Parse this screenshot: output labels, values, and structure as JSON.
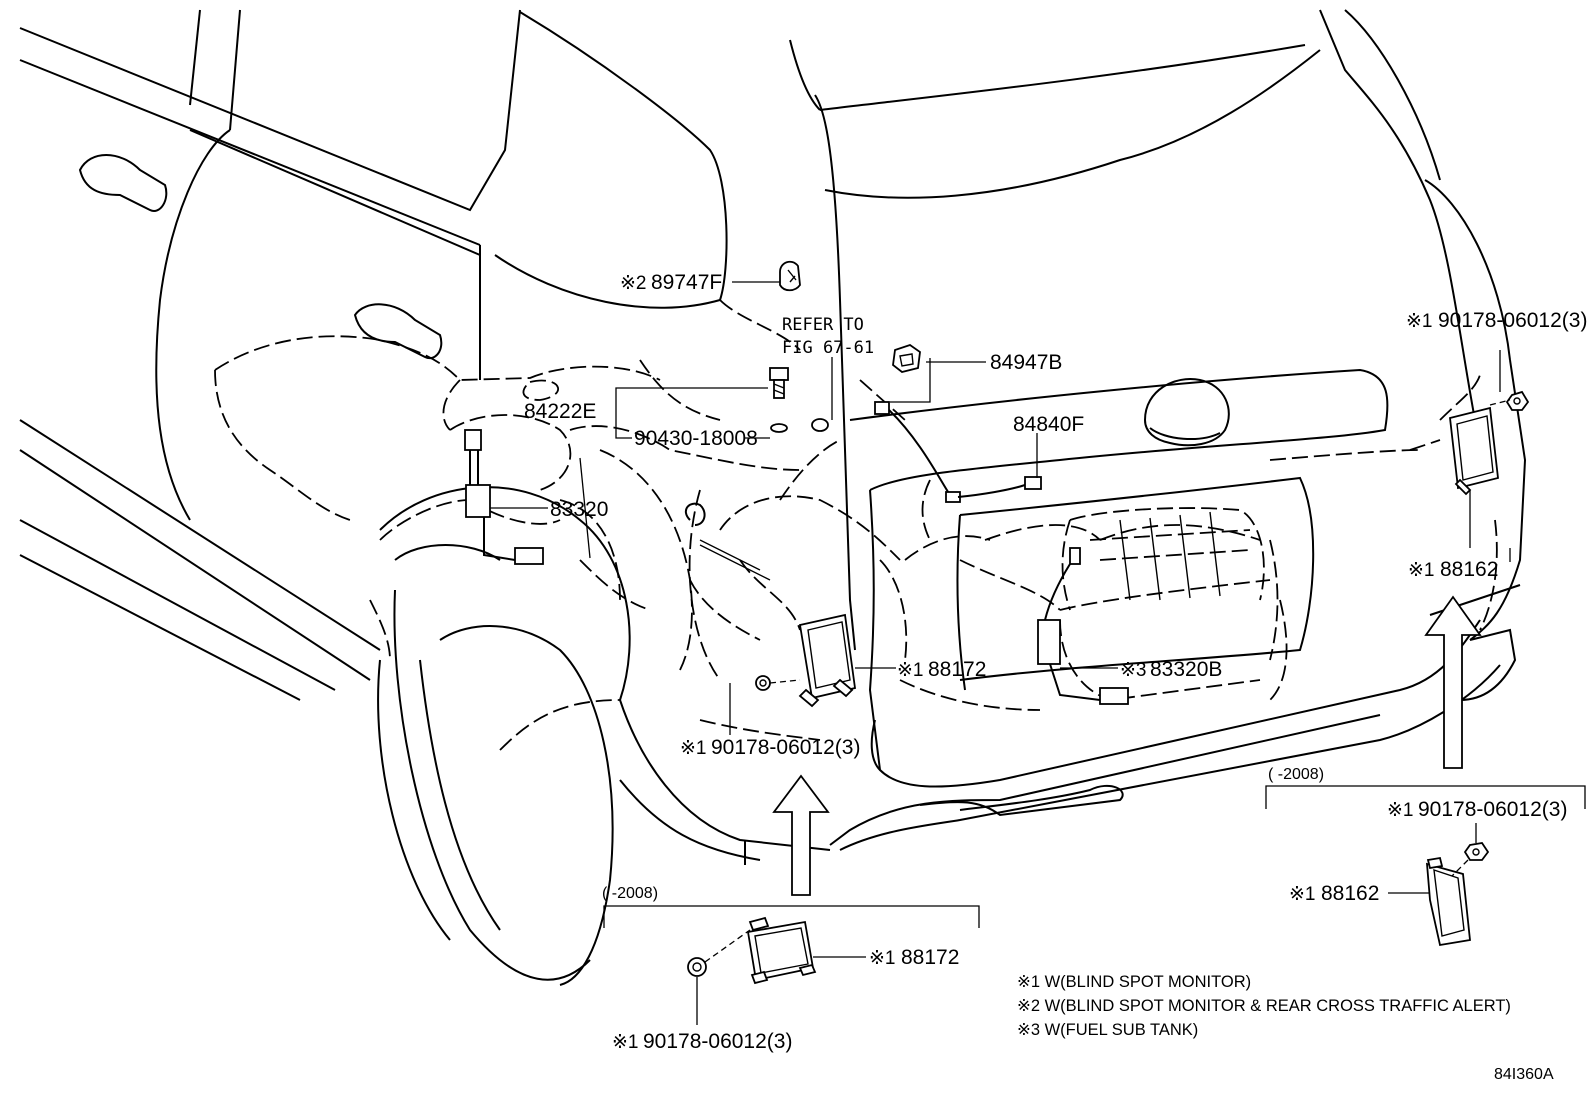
{
  "callouts": {
    "p89747f_mark": "※2",
    "p89747f": "89747F",
    "refer_line1": "REFER TO",
    "refer_line2": "FIG 67-61",
    "p84947b": "84947B",
    "p84222e": "84222E",
    "p90430": "90430-18008",
    "p84840f": "84840F",
    "p83320": "83320",
    "p88172_mark": "※1",
    "p88172": "88172",
    "p83320b_mark": "※3",
    "p83320b": "83320B",
    "nut_left_mark": "※1",
    "nut_left": "90178-06012(3)",
    "nut_right_top_mark": "※1",
    "nut_right_top": "90178-06012(3)",
    "p88162_mark": "※1",
    "p88162": "88162"
  },
  "inset_left": {
    "period": "(      -2008)",
    "p88172_mark": "※1",
    "p88172": "88172",
    "nut_mark": "※1",
    "nut": "90178-06012(3)"
  },
  "inset_right": {
    "period": "(      -2008)",
    "nut_mark": "※1",
    "nut": "90178-06012(3)",
    "p88162_mark": "※1",
    "p88162": "88162"
  },
  "notes": [
    "※1 W(BLIND SPOT MONITOR)",
    "※2 W(BLIND SPOT MONITOR & REAR CROSS TRAFFIC ALERT)",
    "※3 W(FUEL SUB TANK)"
  ],
  "drawing_code": "84I360A"
}
